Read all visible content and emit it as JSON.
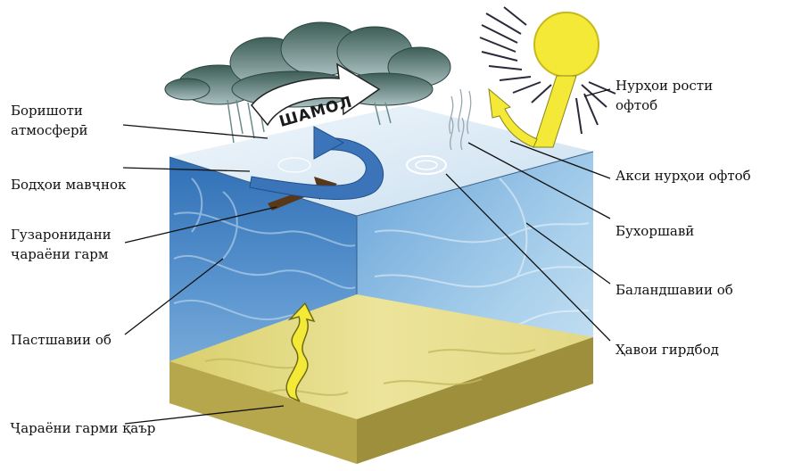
{
  "labels": {
    "atm_precip": [
      "Боришоти",
      "атмосферӣ"
    ],
    "wind_waves": "Бодҳои мавҷнок",
    "warm_currents": [
      "Гузаронидани",
      "ҷараёни гарм"
    ],
    "downwelling": "Пастшавии об",
    "geothermal": "Ҷараёни гарми қаър",
    "direct_rays": [
      "Нурҳои рости",
      "офтоб"
    ],
    "reflected_rays": "Акси нурҳои офтоб",
    "evaporation": "Бухоршавӣ",
    "upwelling": "Баландшавии об",
    "vortex": "Ҳавои гирдбод"
  },
  "wind_word": "ШАМОЛ",
  "icons": [
    "sun-icon",
    "cloud-icon",
    "wind-arrow-icon",
    "heat-arrow-icon"
  ],
  "colors": {
    "water_top": "#e8f1f8",
    "water_front": "#4a86c4",
    "water_side": "#8dbde3",
    "sand_top": "#e8de8c",
    "sand_side": "#a89a4a",
    "sun": "#f2e63a",
    "current_arrow": "#3c74ba",
    "warm_arrow": "#5a3716"
  }
}
